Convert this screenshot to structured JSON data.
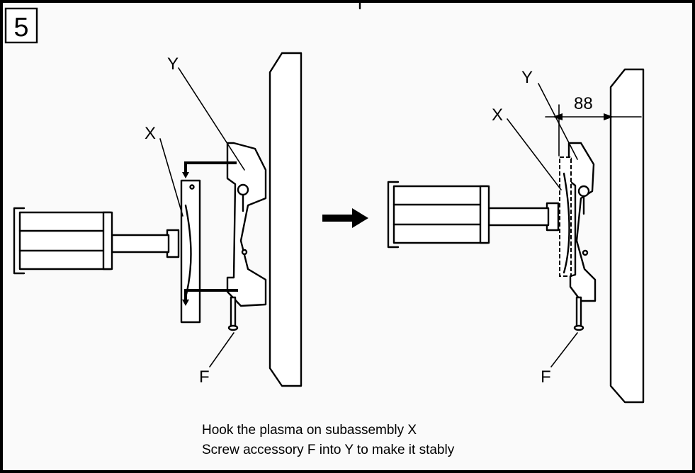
{
  "step_number": "5",
  "labels": {
    "left": {
      "y": "Y",
      "x": "X",
      "f": "F"
    },
    "right": {
      "y": "Y",
      "x": "X",
      "f": "F",
      "dimension": "88"
    }
  },
  "caption": {
    "line1": "Hook the plasma on subassembly X",
    "line2": "Screw accessory F into Y to make it stably"
  }
}
